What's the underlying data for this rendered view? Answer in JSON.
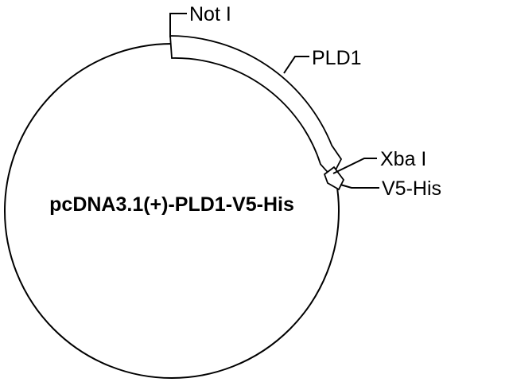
{
  "plasmid": {
    "name": "pcDNA3.1(+)-PLD1-V5-His"
  },
  "features": [
    {
      "label": "Not I"
    },
    {
      "label": "PLD1"
    },
    {
      "label": "Xba I"
    },
    {
      "label": "V5-His"
    }
  ],
  "colors": {
    "stroke": "#000000",
    "fill": "#ffffff"
  }
}
